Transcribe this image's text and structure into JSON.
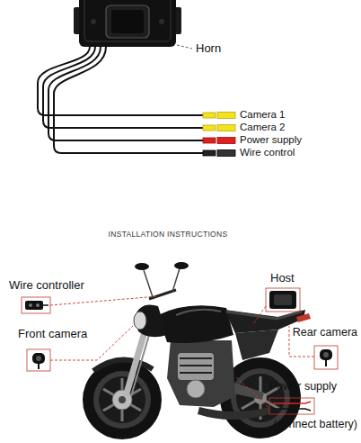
{
  "diagram": {
    "title": "INSTALLATION INSTRUCTIONS",
    "labels": [
      "Horn",
      "Camera 1",
      "Camera 2",
      "Power supply",
      "Wire control",
      "Wire controller",
      "Front camera",
      "Host",
      "Rear camera",
      "Power supply",
      "(connect battery)"
    ]
  }
}
